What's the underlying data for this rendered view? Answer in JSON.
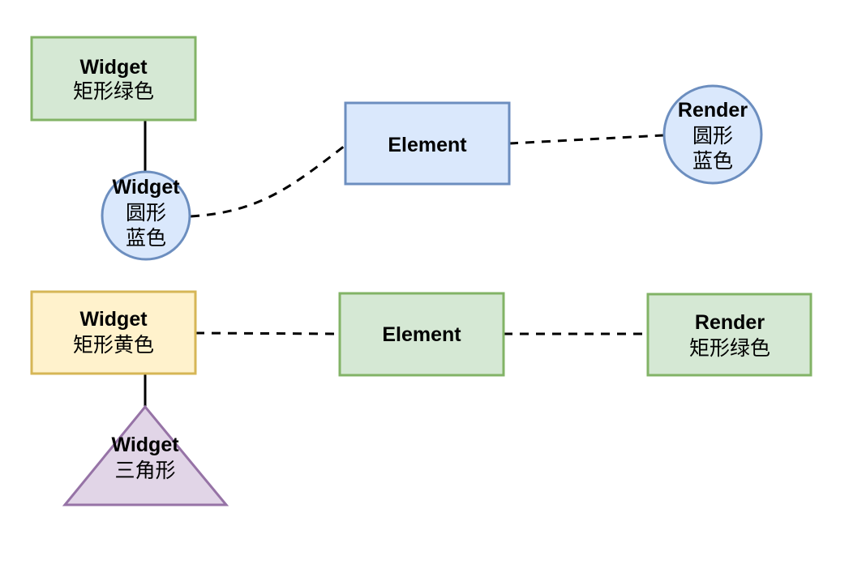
{
  "colors": {
    "green_fill": "#d5e8d4",
    "green_stroke": "#82b366",
    "blue_fill": "#dae8fc",
    "blue_stroke": "#6c8ebf",
    "yellow_fill": "#fff2cc",
    "yellow_stroke": "#d6b656",
    "purple_fill": "#e1d5e7",
    "purple_stroke": "#9673a6"
  },
  "nodes": {
    "widget_rect_green": {
      "title": "Widget",
      "subtitle": "矩形绿色"
    },
    "widget_circle_blue": {
      "title": "Widget",
      "line1": "圆形",
      "line2": "蓝色"
    },
    "element_blue": {
      "title": "Element"
    },
    "render_circle_blue": {
      "title": "Render",
      "line1": "圆形",
      "line2": "蓝色"
    },
    "widget_rect_yellow": {
      "title": "Widget",
      "subtitle": "矩形黄色"
    },
    "element_green": {
      "title": "Element"
    },
    "render_rect_green": {
      "title": "Render",
      "subtitle": "矩形绿色"
    },
    "widget_triangle": {
      "title": "Widget",
      "subtitle": "三角形"
    }
  }
}
